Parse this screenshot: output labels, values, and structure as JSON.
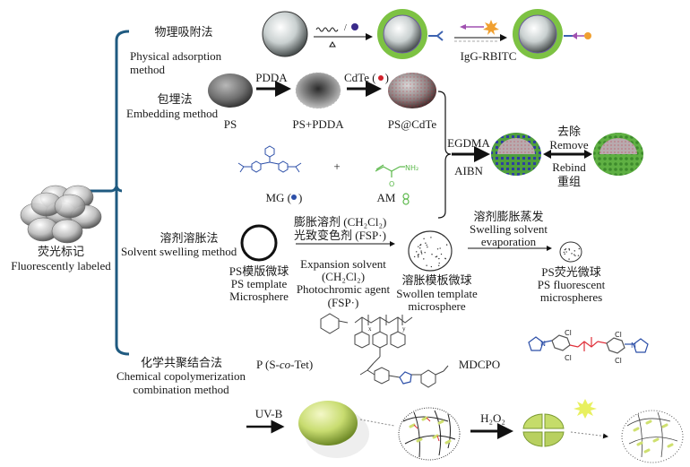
{
  "root": {
    "label_cn": "荧光标记",
    "label_en": "Fluorescently labeled"
  },
  "colors": {
    "bracket": "#1f5a80",
    "green_shell": "#7dc243",
    "mg_blue": "#2c4fa8",
    "am_green": "#5bb84a",
    "cdte_red": "#d0202a",
    "mdcpo_red": "#e0303a"
  },
  "physical": {
    "title_cn": "物理吸附法",
    "title_en_1": "Physical adsorption",
    "title_en_2": "method",
    "conditions_bottom": "Δ",
    "reagent": "IgG-RBITC"
  },
  "embedding": {
    "title_cn": "包埋法",
    "title_en": "Embedding method",
    "steps": [
      {
        "label": "PS"
      },
      {
        "label": "PS+PDDA",
        "arrow_label": "PDDA"
      },
      {
        "label": "PS@CdTe",
        "arrow_label": "CdTe (",
        "arrow_label_end": ")"
      }
    ],
    "mg_label": "MG (",
    "mg_label_end": ")",
    "plus": "+",
    "am_label": "AM",
    "egdma": "EGDMA",
    "aibn": "AIBN",
    "remove_cn": "去除",
    "remove_en": "Remove",
    "rebind_en": "Rebind",
    "rebind_cn": "重组",
    "nh2": "NH₂",
    "o": "O"
  },
  "swelling": {
    "title_cn": "溶剂溶胀法",
    "title_en": "Solvent swelling method",
    "template_cn": "PS模版微球",
    "template_en_1": "PS template",
    "template_en_2": "Microsphere",
    "step1_cn_1": "膨胀溶剂 (CH₂Cl₂)",
    "step1_cn_2": "光致变色剂 (FSP·)",
    "step1_en_1": "Expansion solvent",
    "step1_en_2": "(CH₂Cl₂)",
    "step1_en_3": "Photochromic agent",
    "step1_en_4": "(FSP·)",
    "swollen_cn": "溶胀模板微球",
    "swollen_en_1": "Swollen template",
    "swollen_en_2": "microsphere",
    "step2_cn": "溶剂膨胀蒸发",
    "step2_en_1": "Swelling solvent",
    "step2_en_2": "evaporation",
    "product_cn": "PS荧光微球",
    "product_en_1": "PS fluorescent",
    "product_en_2": "microspheres"
  },
  "chemical": {
    "title_cn": "化学共聚结合法",
    "title_en_1": "Chemical copolymerization",
    "title_en_2": "combination method",
    "polymer_label_pre": "P (S-",
    "polymer_label_co": "co",
    "polymer_label_post": "-Tet)",
    "mdcpo": "MDCPO",
    "uvb": "UV-B",
    "h2o2": "H₂O₂",
    "cl": "Cl",
    "n": "N",
    "x": "x",
    "y": "y"
  }
}
